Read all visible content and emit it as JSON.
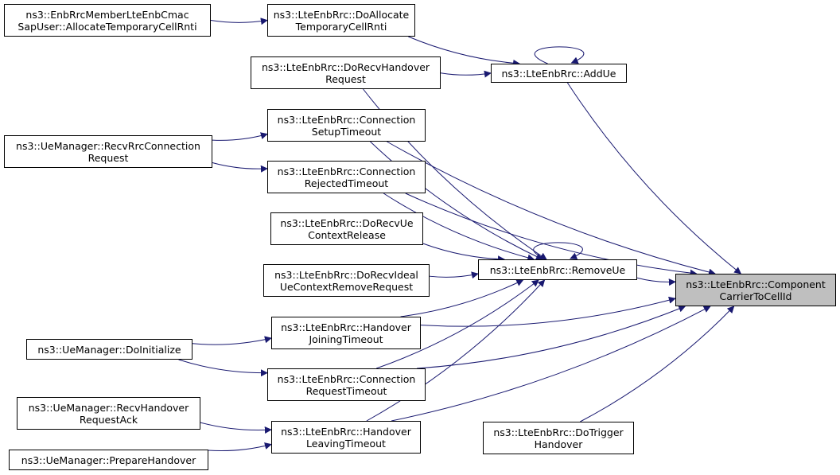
{
  "colors": {
    "edge": "#191970",
    "focus_fill": "#bfbfbf",
    "node_fill": "#ffffff",
    "border": "#000000"
  },
  "nodes": {
    "n1": {
      "line1": "ns3::EnbRrcMemberLteEnbCmac",
      "line2": "SapUser::AllocateTemporaryCellRnti"
    },
    "n2": {
      "line1": "ns3::LteEnbRrc::DoAllocate",
      "line2": "TemporaryCellRnti"
    },
    "n3": {
      "line1": "ns3::LteEnbRrc::AddUe",
      "line2": ""
    },
    "n4": {
      "line1": "ns3::LteEnbRrc::DoRecvHandover",
      "line2": "Request"
    },
    "n5": {
      "line1": "ns3::LteEnbRrc::Connection",
      "line2": "SetupTimeout"
    },
    "n6": {
      "line1": "ns3::UeManager::RecvRrcConnection",
      "line2": "Request"
    },
    "n7": {
      "line1": "ns3::LteEnbRrc::Connection",
      "line2": "RejectedTimeout"
    },
    "n8": {
      "line1": "ns3::LteEnbRrc::DoRecvUe",
      "line2": "ContextRelease"
    },
    "n9": {
      "line1": "ns3::LteEnbRrc::DoRecvIdeal",
      "line2": "UeContextRemoveRequest"
    },
    "n10": {
      "line1": "ns3::LteEnbRrc::RemoveUe",
      "line2": ""
    },
    "n11": {
      "line1": "ns3::LteEnbRrc::Component",
      "line2": "CarrierToCellId"
    },
    "n12": {
      "line1": "ns3::LteEnbRrc::Handover",
      "line2": "JoiningTimeout"
    },
    "n13": {
      "line1": "ns3::UeManager::DoInitialize",
      "line2": ""
    },
    "n14": {
      "line1": "ns3::LteEnbRrc::Connection",
      "line2": "RequestTimeout"
    },
    "n15": {
      "line1": "ns3::UeManager::RecvHandover",
      "line2": "RequestAck"
    },
    "n16": {
      "line1": "ns3::LteEnbRrc::Handover",
      "line2": "LeavingTimeout"
    },
    "n17": {
      "line1": "ns3::LteEnbRrc::DoTrigger",
      "line2": "Handover"
    },
    "n18": {
      "line1": "ns3::UeManager::PrepareHandover",
      "line2": ""
    }
  },
  "edges": [
    [
      "n1",
      "n2"
    ],
    [
      "n2",
      "n3"
    ],
    [
      "n4",
      "n3"
    ],
    [
      "n3",
      "n3"
    ],
    [
      "n6",
      "n5"
    ],
    [
      "n6",
      "n7"
    ],
    [
      "n3",
      "n11"
    ],
    [
      "n5",
      "n11"
    ],
    [
      "n7",
      "n11"
    ],
    [
      "n10",
      "n11"
    ],
    [
      "n12",
      "n11"
    ],
    [
      "n14",
      "n11"
    ],
    [
      "n16",
      "n11"
    ],
    [
      "n17",
      "n11"
    ],
    [
      "n4",
      "n10"
    ],
    [
      "n5",
      "n10"
    ],
    [
      "n7",
      "n10"
    ],
    [
      "n8",
      "n10"
    ],
    [
      "n9",
      "n10"
    ],
    [
      "n12",
      "n10"
    ],
    [
      "n14",
      "n10"
    ],
    [
      "n16",
      "n10"
    ],
    [
      "n10",
      "n10"
    ],
    [
      "n13",
      "n12"
    ],
    [
      "n13",
      "n14"
    ],
    [
      "n15",
      "n16"
    ],
    [
      "n18",
      "n16"
    ]
  ]
}
